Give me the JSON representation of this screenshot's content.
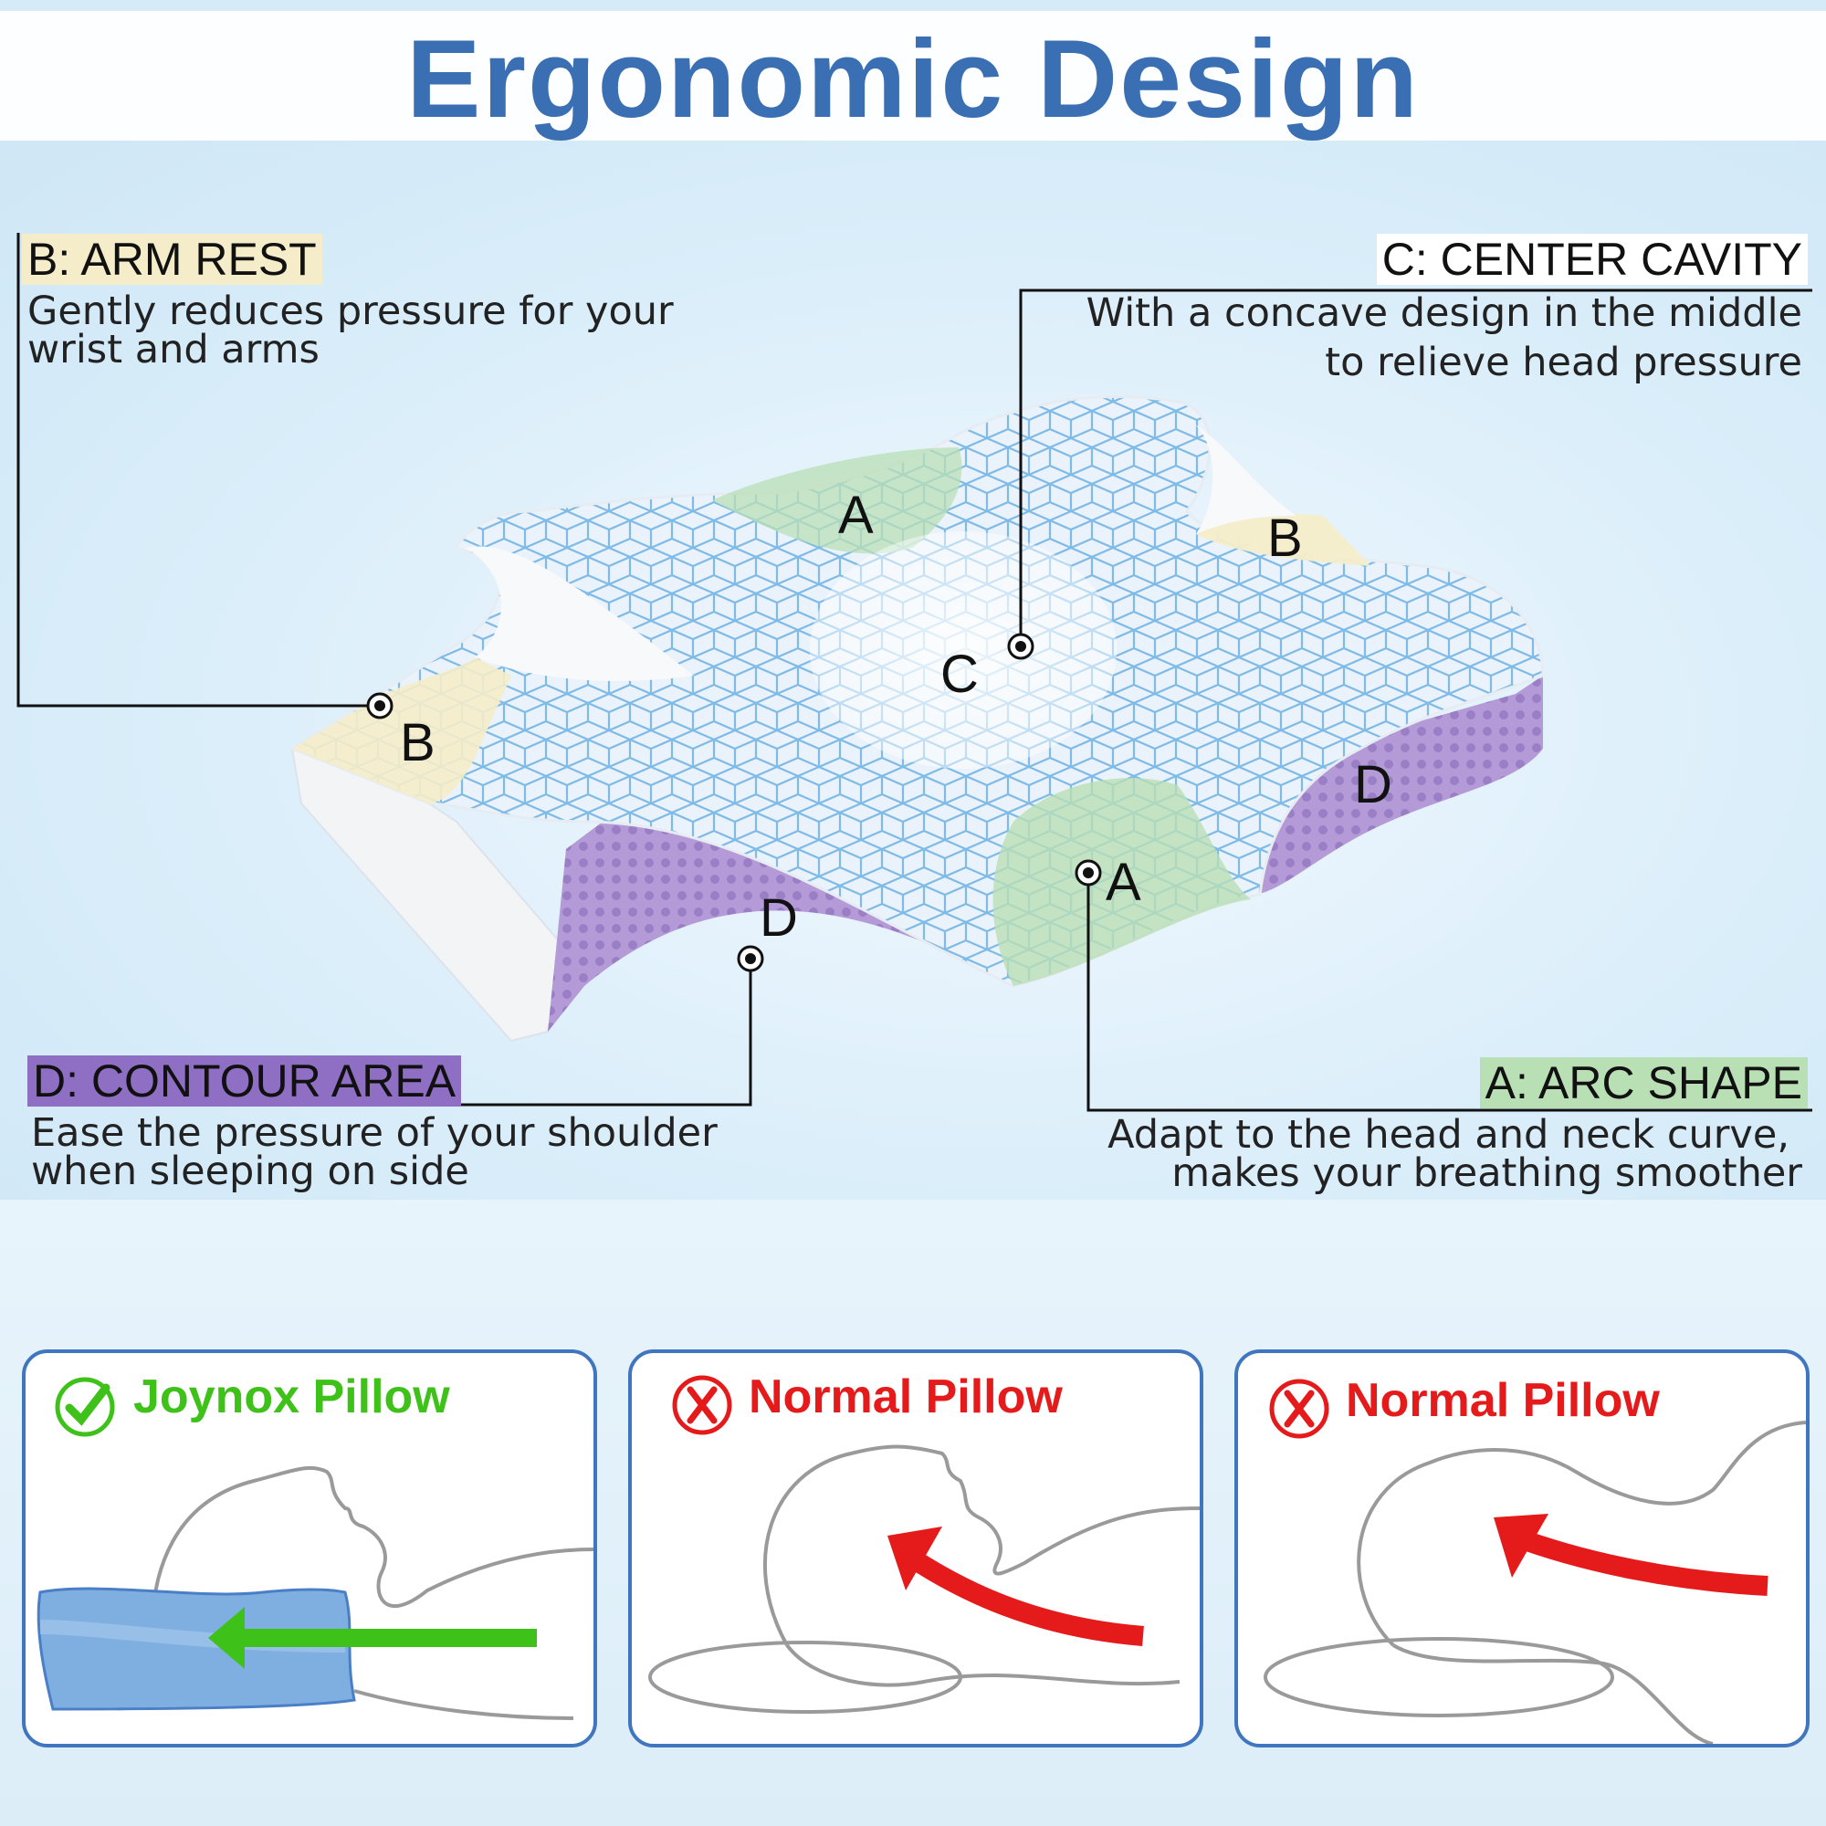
{
  "title": "Ergonomic Design",
  "features": {
    "b": {
      "heading": "B:  ARM REST",
      "desc_line1": "Gently reduces pressure for your",
      "desc_line2": "wrist and arms",
      "color": "#f5edc9"
    },
    "c": {
      "heading": "C:  CENTER CAVITY",
      "desc_line1": "With a concave design in the middle",
      "desc_line2": "to relieve head pressure",
      "color": "#ffffff"
    },
    "d": {
      "heading": "D:  CONTOUR AREA",
      "desc_line1": "Ease the pressure of your shoulder",
      "desc_line2": "when sleeping on side",
      "color": "#8e6fc4"
    },
    "a": {
      "heading": "A:  ARC SHAPE",
      "desc_line1": "Adapt to the head and neck curve,",
      "desc_line2": "makes your breathing smoother",
      "color": "#b9dfb5"
    }
  },
  "zone_letters": {
    "a_top": "A",
    "a_bottom": "A",
    "b_left": "B",
    "b_right": "B",
    "c": "C",
    "d_left": "D",
    "d_right": "D"
  },
  "comparison": [
    {
      "label": "Joynox Pillow",
      "status": "check",
      "icon": "check-circle-icon",
      "color": "#3ec21a"
    },
    {
      "label": "Normal Pillow",
      "status": "cross",
      "icon": "cross-circle-icon",
      "color": "#e51b1b"
    },
    {
      "label": "Normal Pillow",
      "status": "cross",
      "icon": "cross-circle-icon",
      "color": "#e51b1b"
    }
  ],
  "colors": {
    "title_blue": "#3a6fb3",
    "card_border": "#3f76bf",
    "arrow_green": "#3ec21a",
    "arrow_red": "#e51b1b"
  }
}
